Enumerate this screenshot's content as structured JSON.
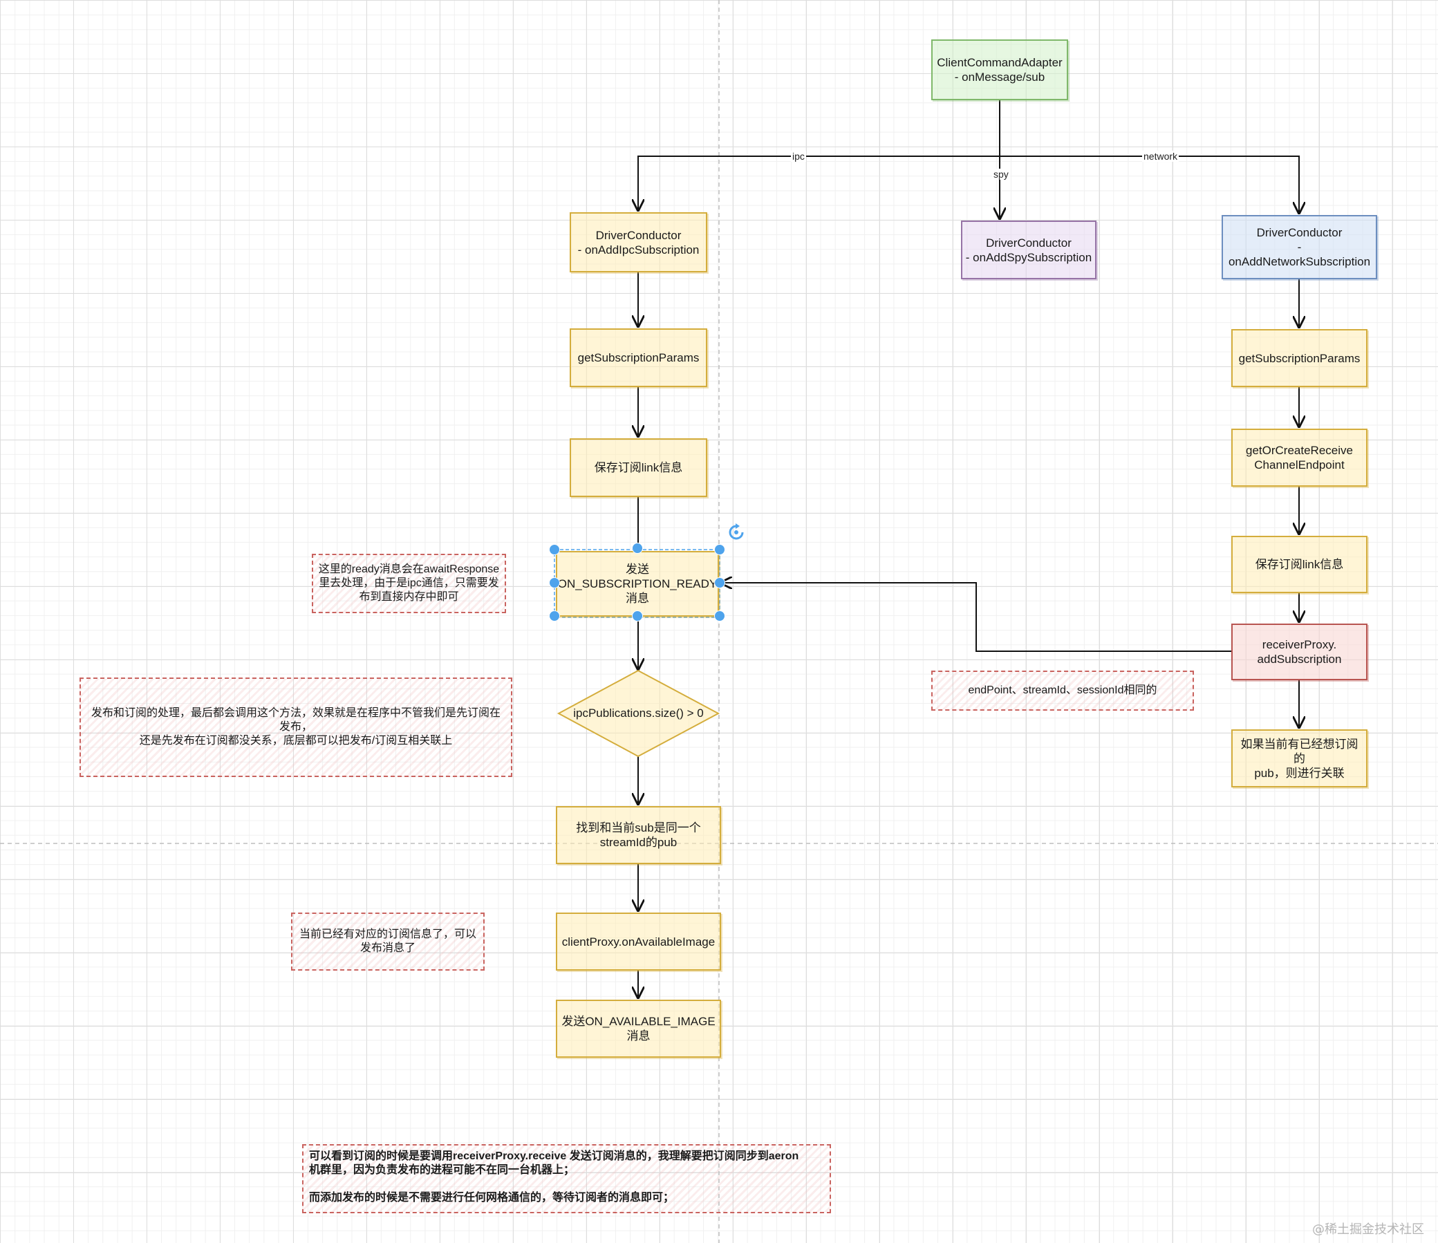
{
  "nodes": {
    "client_adapter": "ClientCommandAdapter\n- onMessage/sub",
    "ipc_conductor": "DriverConductor\n- onAddIpcSubscription",
    "spy_conductor": "DriverConductor\n- onAddSpySubscription",
    "network_conductor": "DriverConductor\n- onAddNetworkSubscription",
    "ipc_get_params": "getSubscriptionParams",
    "net_get_params": "getSubscriptionParams",
    "ipc_save_link": "保存订阅link信息",
    "net_get_endpoint": "getOrCreateReceive\nChannelEndpoint",
    "net_save_link": "保存订阅link信息",
    "send_ready": "发送\nON_SUBSCRIPTION_READY\n消息",
    "receiver_proxy": "receiverProxy.\naddSubscription",
    "ipc_decision": "ipcPublications.size() > 0",
    "find_pub": "找到和当前sub是同一个\nstreamId的pub",
    "net_link_pub": "如果当前有已经想订阅的\npub，则进行关联",
    "client_proxy": "clientProxy.onAvailableImage",
    "send_available": "发送ON_AVAILABLE_IMAGE\n消息"
  },
  "edges": {
    "ipc": "ipc",
    "spy": "spy",
    "network": "network"
  },
  "notes": {
    "ready_note": "这里的ready消息会在awaitResponse\n里去处理，由于是ipc通信，只需要发\n布到直接内存中即可",
    "link_note": "发布和订阅的处理，最后都会调用这个方法，效果就是在程序中不管我们是先订阅在\n发布，\n还是先发布在订阅都没关系，底层都可以把发布/订阅互相关联上",
    "endpoint_note": "endPoint、streamId、sessionId相同的",
    "available_note": "当前已经有对应的订阅信息了，可以\n发布消息了",
    "summary_note": "可以看到订阅的时候是要调用receiverProxy.receive 发送订阅消息的，我理解要把订阅同步到aeron\n机群里，因为负责发布的进程可能不在同一台机器上；\n\n而添加发布的时候是不需要进行任何网格通信的，等待订阅者的消息即可；"
  },
  "watermark": "@稀土掘金技术社区",
  "colors": {
    "yellow": "#d4ad3c",
    "green": "#7fb86a",
    "purple": "#9673a6",
    "blue": "#6c8ebf",
    "red": "#b85450",
    "selection": "#4ea3ec"
  }
}
